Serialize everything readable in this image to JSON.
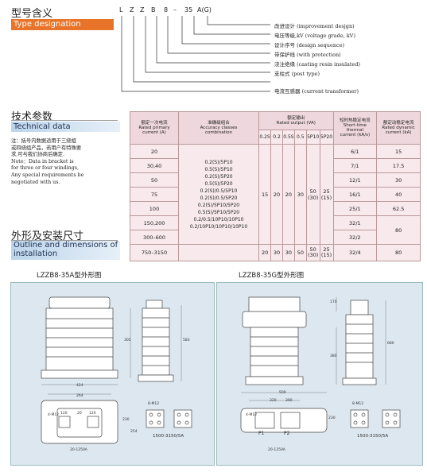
{
  "sections": {
    "model": {
      "zh": "型号含义",
      "en": "Type designation"
    },
    "tech": {
      "zh": "技术参数",
      "en": "Technical data"
    },
    "outline": {
      "zh": "外形及安装尺寸",
      "en": "Outline and dimensions of installation"
    }
  },
  "model_code": {
    "letters": [
      "L",
      "Z",
      "Z",
      "B",
      "8",
      "–",
      "35",
      "A(G)"
    ],
    "meanings": [
      "改进设计 (improvement desjgn)",
      "电压等级,kV (voltage grade, kV)",
      "设计序号 (design sequence)",
      "带保护线 (with protection)",
      "浇注绝缘 (casting resin insulated)",
      "支柱式 (post type)",
      "电流互感器 (current transformer)"
    ]
  },
  "note": {
    "zh": [
      "注：括号内数据适用于三绕组",
      "或四绕组产品，若用户有特殊要",
      "求,可与我们协商后确定."
    ],
    "en": [
      "Note：Data in bracket is",
      "for three or four windings,",
      "Any special requirements be",
      "negotiated with us."
    ]
  },
  "table": {
    "headers": {
      "primary_current": [
        "额定一次电流",
        "Rated primary",
        "current (A)"
      ],
      "accuracy": [
        "准确级组合",
        "Accuracy classes",
        "combination"
      ],
      "output": [
        "额定输出",
        "Rated output  (VA)"
      ],
      "thermal": [
        "短时热稳定电流",
        "Short-time",
        "thermal",
        "current (kA/s)"
      ],
      "dynamic": [
        "额定动稳定电流",
        "Rated dynamic",
        "current (kA)"
      ]
    },
    "output_classes": [
      "0.2S",
      "0.2",
      "0.5S",
      "0.5",
      "5P10",
      "5P20"
    ],
    "primary_currents": [
      "20",
      "30,40",
      "50",
      "75",
      "100",
      "150,200",
      "300–600",
      "750–3150"
    ],
    "accuracy_combos": [
      "0.2(S)/5P10",
      "0.5(S)/5P10",
      "0.2(S)/5P20",
      "0.5(S)/5P20",
      "0.2(S)/0.5/5P10",
      "0.2(S)/0.5/5P20",
      "0.2(S)/5P10/5P20",
      "0.5(S)/5P10/5P20",
      "0.2/0.5/10P10/10P10",
      "0.2/10P10/10P10/10P10"
    ],
    "outputs_upper": [
      "15",
      "20",
      "20",
      "30",
      "50\n(30)",
      "25\n(15)"
    ],
    "outputs_lower": [
      "20",
      "30",
      "30",
      "50",
      "50\n(30)",
      "25\n(15)"
    ],
    "thermal": [
      "6/1",
      "7/1",
      "12/1",
      "16/1",
      "25/1",
      "32/1",
      "32/2",
      "32/4"
    ],
    "dynamic": [
      "15",
      "17.5",
      "30",
      "40",
      "62.5",
      "80",
      "80"
    ]
  },
  "figures": {
    "left_caption": "LZZB8-35A型外形图",
    "right_caption": "LZZB8-35G型外形图",
    "left_dims": {
      "width_a": "424",
      "width_b": "264",
      "height_a": "305",
      "height_b": "583",
      "base": "254",
      "side": "230",
      "hole": "4-M12",
      "p1": "120",
      "p2": "20",
      "p3": "120",
      "range_low": "20-1250A",
      "range_high": "1500-3150/5A",
      "nut": "8-M12"
    },
    "right_dims": {
      "width_a": "500",
      "width_b": "320",
      "width_c": "390",
      "height_a": "170",
      "height_b": "380",
      "height_c": "680",
      "side": "230",
      "p_labels": [
        "P1",
        "P2"
      ],
      "range_low": "20-1250A",
      "range_high": "1500-3150/5A",
      "hole": "4-M12",
      "nut": "8-M12"
    }
  }
}
